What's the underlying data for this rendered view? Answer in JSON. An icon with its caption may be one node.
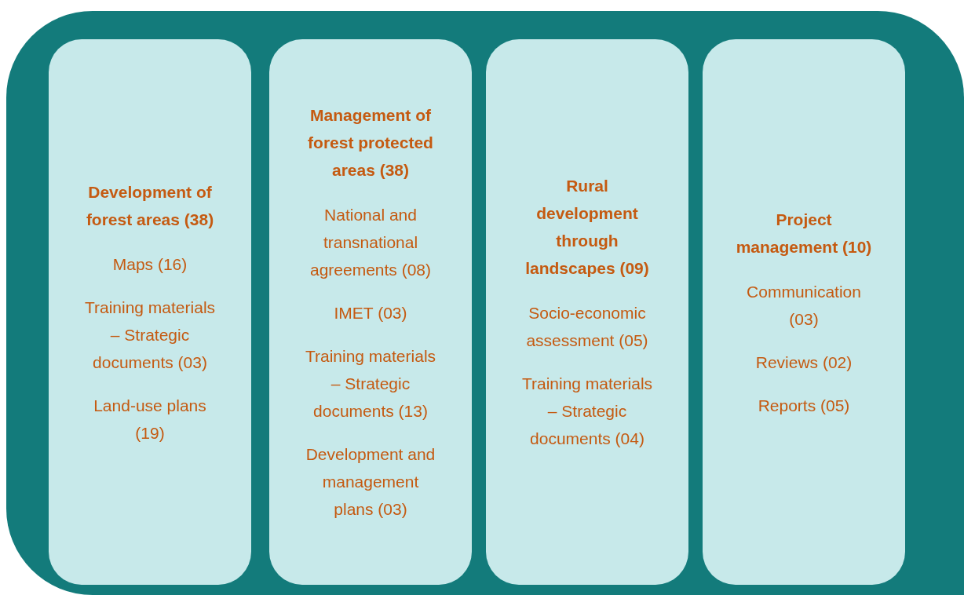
{
  "diagram": {
    "nodes": [
      {
        "text": [],
        "shape": "box"
      },
      {
        "text": [
          "Development of forest areas (38)",
          "Maps (16)",
          "Training materials – Strategic documents (03)",
          "Land-use plans (19)"
        ],
        "in": 0
      },
      {
        "text": [
          "Management of forest protected areas (38)",
          "National and transnational agreements (08)",
          "IMET (03)",
          "Training materials – Strategic documents (13)",
          "Development and management plans (03)"
        ],
        "in": 0
      },
      {
        "text": [
          "Rural development through landscapes (09)",
          "Socio-economic assessment (05)",
          "Training materials – Strategic documents (04)"
        ],
        "in": 0
      },
      {
        "text": [
          "Project management (10)",
          "Communication (03)",
          "Reviews (02)",
          "Reports (05)"
        ],
        "in": 0
      }
    ]
  }
}
